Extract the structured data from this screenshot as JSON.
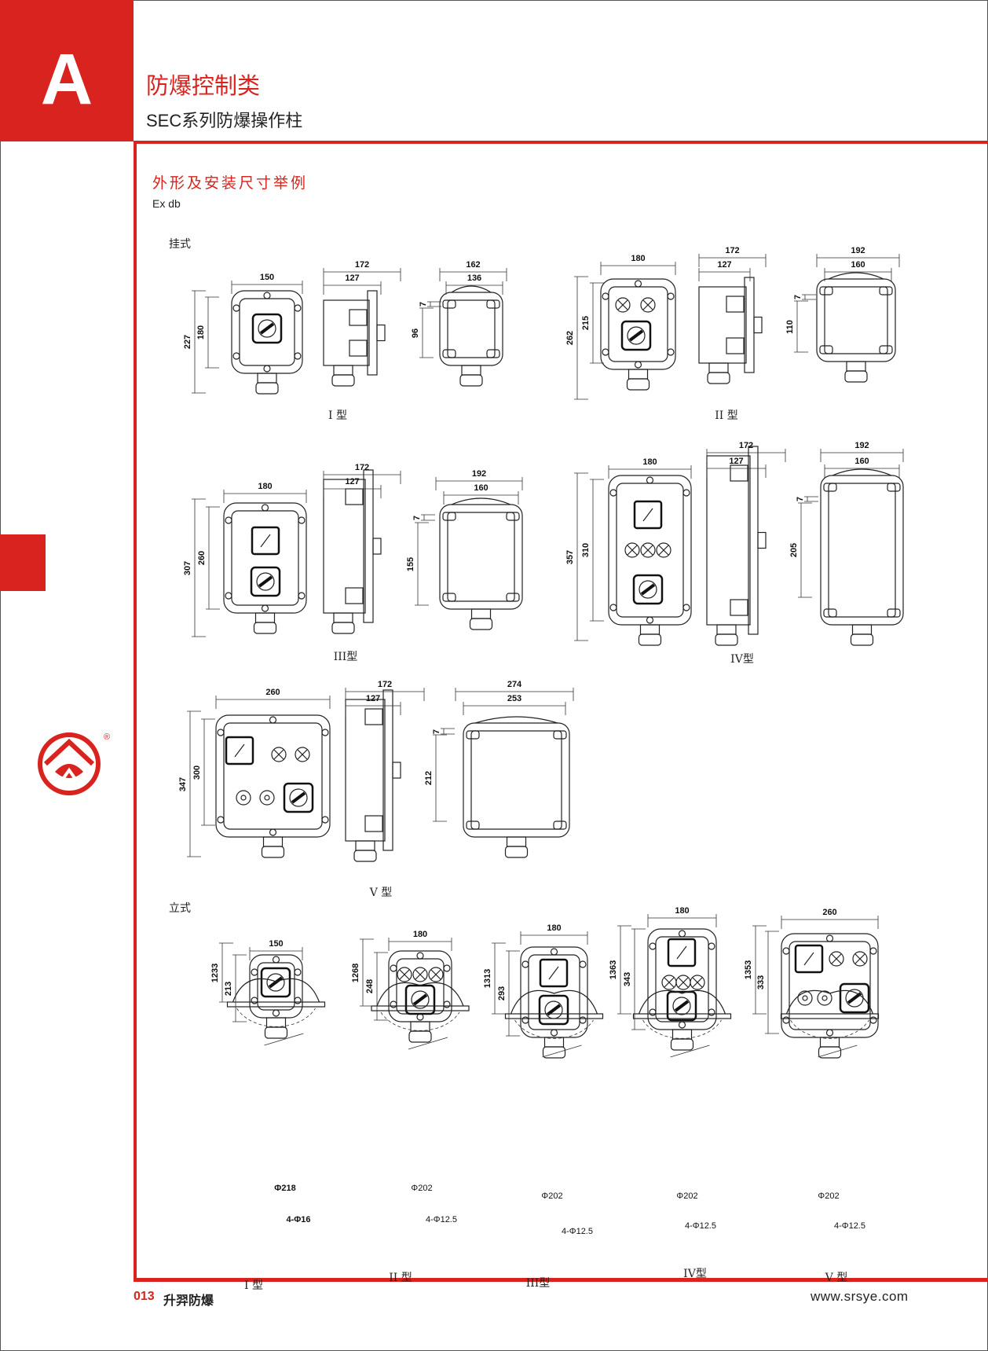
{
  "header": {
    "section_letter": "A",
    "category": "防爆控制类",
    "series": "SEC系列防爆操作柱"
  },
  "section": {
    "title": "外形及安装尺寸举例",
    "subtitle": "Ex db"
  },
  "logo": {
    "registered": "®"
  },
  "hanging": {
    "label": "挂式",
    "models": [
      {
        "name": "I 型",
        "front": [
          "150",
          "180",
          "227"
        ],
        "side": [
          "172",
          "127"
        ],
        "back": [
          "162",
          "136",
          "7",
          "96"
        ]
      },
      {
        "name": "II 型",
        "front": [
          "180",
          "215",
          "262"
        ],
        "side": [
          "172",
          "127"
        ],
        "back": [
          "192",
          "160",
          "7",
          "110"
        ]
      },
      {
        "name": "III型",
        "front": [
          "180",
          "260",
          "307"
        ],
        "side": [
          "172",
          "127"
        ],
        "back": [
          "192",
          "160",
          "7",
          "155"
        ]
      },
      {
        "name": "IV型",
        "front": [
          "180",
          "310",
          "357"
        ],
        "side": [
          "172",
          "127"
        ],
        "back": [
          "192",
          "160",
          "7",
          "205"
        ]
      },
      {
        "name": "V 型",
        "front": [
          "260",
          "300",
          "347"
        ],
        "side": [
          "172",
          "127"
        ],
        "back": [
          "274",
          "253",
          "7",
          "212"
        ]
      }
    ]
  },
  "standing": {
    "label": "立式",
    "models": [
      {
        "name": "I 型",
        "dims": [
          "150",
          "213",
          "1233",
          "Φ218",
          "4-Φ16"
        ]
      },
      {
        "name": "II 型",
        "dims": [
          "180",
          "248",
          "1268",
          "Φ202",
          "4-Φ12.5"
        ]
      },
      {
        "name": "III型",
        "dims": [
          "180",
          "293",
          "1313",
          "Φ202",
          "4-Φ12.5"
        ]
      },
      {
        "name": "IV型",
        "dims": [
          "180",
          "343",
          "1363",
          "Φ202",
          "4-Φ12.5"
        ]
      },
      {
        "name": "V 型",
        "dims": [
          "260",
          "333",
          "1353",
          "Φ202",
          "4-Φ12.5"
        ]
      }
    ]
  },
  "footer": {
    "page": "013",
    "brand": "升羿防爆",
    "url": "www.srsye.com"
  }
}
